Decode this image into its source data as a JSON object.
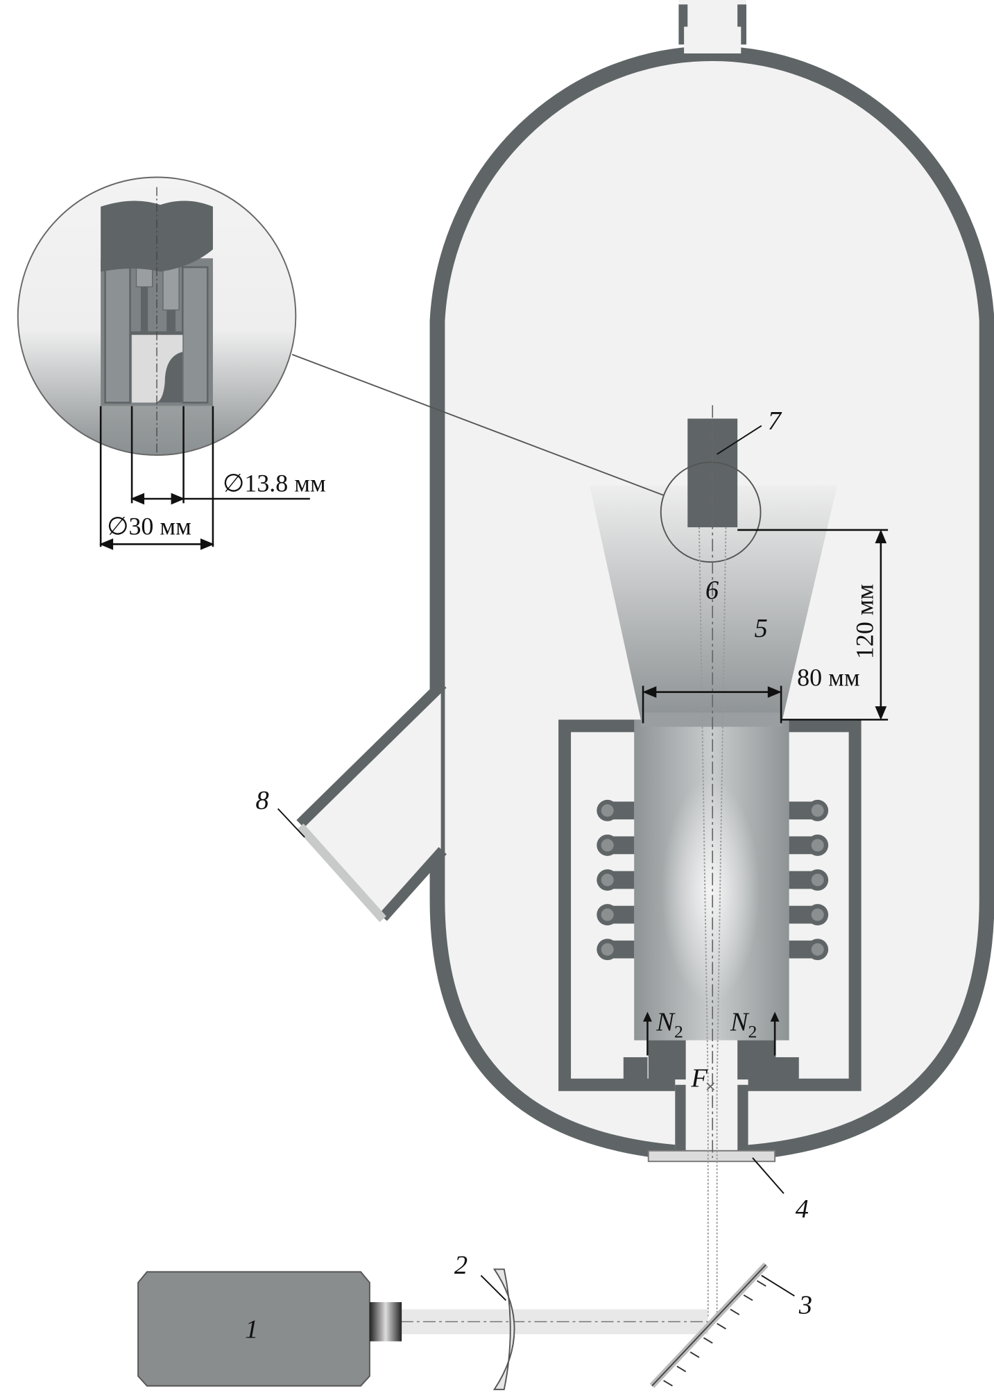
{
  "labels": {
    "laser": "1",
    "lens": "2",
    "mirror": "3",
    "window": "4",
    "plume": "5",
    "beam": "6",
    "target_rod": "7",
    "side_window": "8",
    "focus": "F",
    "n2_left": "N",
    "n2_left_sub": "2",
    "n2_right": "N",
    "n2_right_sub": "2"
  },
  "dimensions": {
    "inner_diameter": "∅13.8 мм",
    "outer_diameter": "∅30 мм",
    "distance": "120 мм",
    "tube_width": "80 мм"
  },
  "colors": {
    "wall": "#5f6566",
    "vessel_fill": "#f2f2f2",
    "laser_body": "#8a8d8e"
  }
}
